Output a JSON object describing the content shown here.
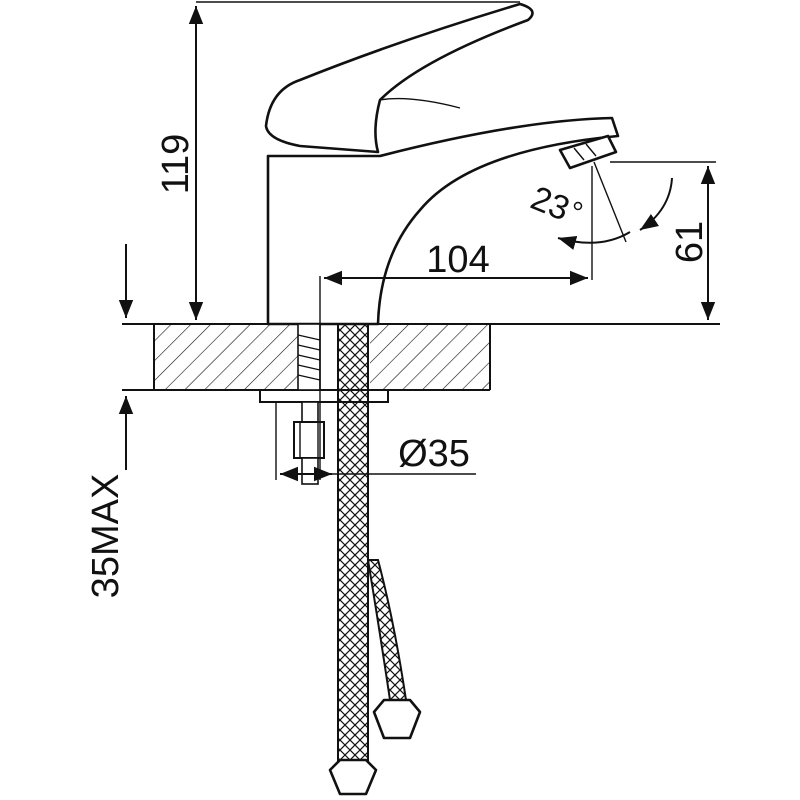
{
  "dimensions": {
    "height": "119",
    "spout_reach": "104",
    "angle": "23",
    "spout_height": "61",
    "hole_diameter": "Ø35",
    "max_thickness": "35MAX"
  },
  "colors": {
    "line": "#111111",
    "background": "#ffffff"
  }
}
